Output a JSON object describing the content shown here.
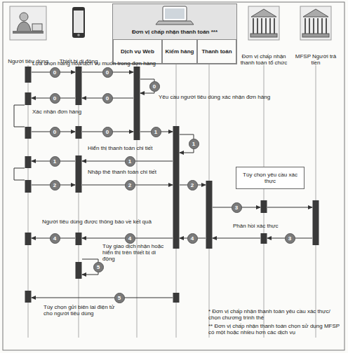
{
  "diagram": {
    "nodes": [
      {
        "text": [
          "Người tiêu dùng"
        ]
      },
      {
        "text": [
          "Thiết bị di động"
        ]
      },
      {
        "text": [
          "Đơn vị chấp nhận thanh toán ***"
        ]
      },
      {
        "text": [
          "Dịch vụ Web"
        ],
        "in": 2
      },
      {
        "text": [
          "Kiểm hàng"
        ],
        "in": 2
      },
      {
        "text": [
          "Thanh toán"
        ],
        "in": 2
      },
      {
        "text": [
          "Đơn vị chấp nhận thanh toán tổ chức"
        ]
      },
      {
        "text": [
          "MFSP Người trả tiền"
        ]
      },
      {
        "text": [
          "Tùy chọn yêu cầu xác thực"
        ]
      }
    ],
    "labels": [
      "Lựa chọn hàng hóa/dịch vụ muốn trong đơn hàng",
      "0",
      "0",
      "0",
      "Yêu cầu người tiêu dùng xác nhận đơn hàng",
      "0",
      "0",
      "Xác nhận đơn hàng",
      "0",
      "0",
      "1",
      "1",
      "Hiển thị thanh toán chi tiết",
      "1",
      "1",
      "Nhập thẻ thanh toán chi tiết",
      "2",
      "2",
      "2",
      "3",
      "Người tiêu dùng được thông báo về kết quả",
      "Phản hồi xác thực",
      "4",
      "4",
      "4",
      "3",
      "Tùy giao dịch nhận hoặc hiển thị trên thiết bị di động",
      "5",
      "5",
      "Tùy chọn gửi biên lai điện tử cho người tiêu dùng",
      "* Đơn vị chấp nhận thanh toán yêu cầu xác thực/ chọn chương trình thẻ",
      "** Đơn vị chấp nhận thanh toán chọn sử dụng MFSP có một hoặc nhiều hơn các dịch vụ"
    ]
  }
}
